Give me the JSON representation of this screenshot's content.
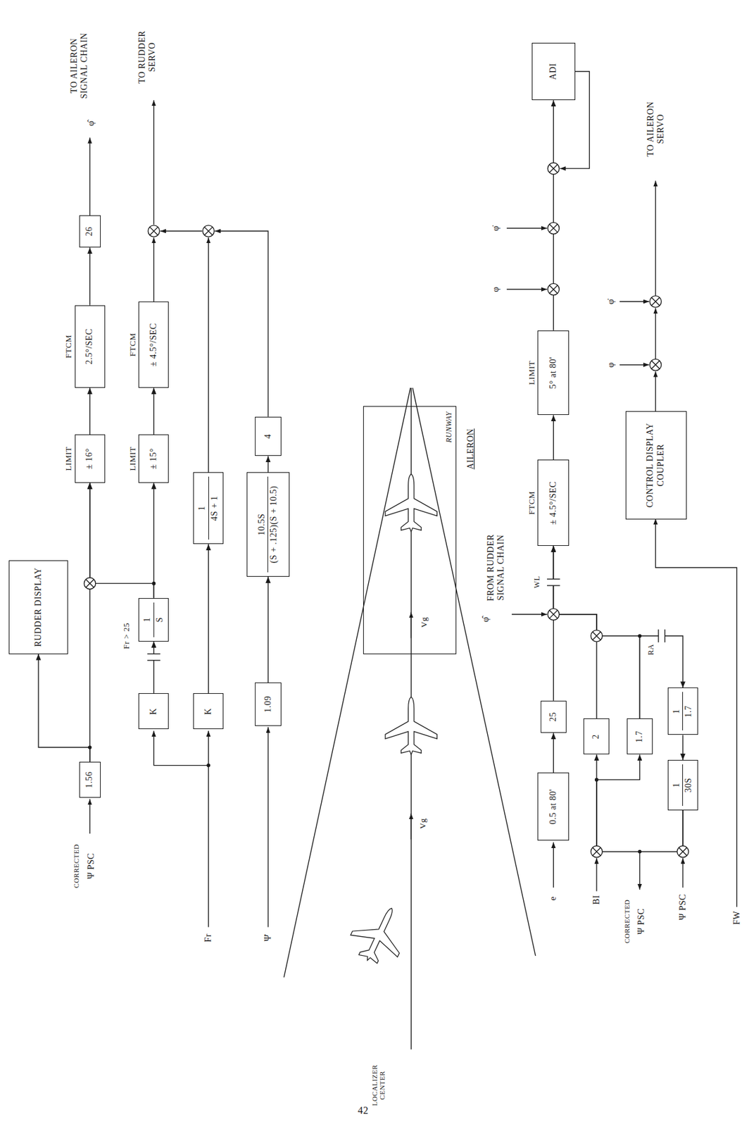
{
  "diagram": {
    "nodes": [
      {
        "text": [
          "RUDDER DISPLAY"
        ]
      },
      {
        "text": [
          "1.56"
        ]
      },
      {
        "text": [
          "LIMIT",
          "± 16°"
        ]
      },
      {
        "text": [
          "FTCM",
          "2.5°/SEC"
        ]
      },
      {
        "text": [
          "26"
        ]
      },
      {
        "text": [
          "1",
          "S"
        ]
      },
      {
        "text": [
          "LIMIT",
          "± 15°"
        ]
      },
      {
        "text": [
          "FTCM",
          "± 4.5°/SEC"
        ]
      },
      {
        "text": [
          "K"
        ]
      },
      {
        "text": [
          "K"
        ]
      },
      {
        "text": [
          "1",
          "4S + 1"
        ]
      },
      {
        "text": [
          "1.09"
        ]
      },
      {
        "text": [
          "10.5S",
          "(S + .125)(S + 10.5)"
        ]
      },
      {
        "text": [
          "4"
        ]
      },
      {
        "text": [
          "RUNWAY"
        ]
      },
      {
        "text": [
          "0.5 at 80'"
        ]
      },
      {
        "text": [
          "25"
        ]
      },
      {
        "text": [
          "FTCM",
          "± 4.5°/SEC"
        ]
      },
      {
        "text": [
          "LIMIT",
          "5° at 80'"
        ]
      },
      {
        "text": [
          "ADI"
        ]
      },
      {
        "text": [
          "2"
        ]
      },
      {
        "text": [
          "1.7"
        ]
      },
      {
        "text": [
          "1",
          "1.7"
        ]
      },
      {
        "text": [
          "1",
          "30S"
        ]
      },
      {
        "text": [
          "CONTROL DISPLAY COUPLER"
        ]
      }
    ],
    "edges": [
      {
        "from": 1,
        "to": 0,
        "arrow": "to"
      },
      {
        "from": 1,
        "to": 2,
        "arrow": "to"
      },
      {
        "from": 5,
        "to": 2,
        "arrow": "to"
      },
      {
        "from": 5,
        "to": 6,
        "arrow": "to"
      },
      {
        "from": 2,
        "to": 3,
        "arrow": "to"
      },
      {
        "from": 3,
        "to": 4,
        "arrow": "to"
      },
      {
        "from": 6,
        "to": 7,
        "arrow": "to"
      },
      {
        "from": 8,
        "to": 5,
        "arrow": "to"
      },
      {
        "from": 9,
        "to": 10,
        "arrow": "to"
      },
      {
        "from": 11,
        "to": 12,
        "arrow": "to"
      },
      {
        "from": 12,
        "to": 13,
        "arrow": "to"
      },
      {
        "from": 15,
        "to": 16,
        "arrow": "to"
      },
      {
        "from": 16,
        "to": 17,
        "arrow": "to"
      },
      {
        "from": 17,
        "to": 18,
        "arrow": "to"
      },
      {
        "from": 18,
        "to": 19,
        "arrow": "to"
      },
      {
        "from": 20,
        "to": 17,
        "arrow": "to"
      },
      {
        "from": 21,
        "to": 17,
        "arrow": "to"
      },
      {
        "from": 21,
        "to": 22,
        "arrow": "to"
      },
      {
        "from": 22,
        "to": 23,
        "arrow": "to"
      },
      {
        "from": 23,
        "to": 20,
        "arrow": "to"
      },
      {
        "from": 23,
        "to": 21,
        "arrow": "to"
      }
    ],
    "labels": [
      "CORRECTED",
      "Ψ PSC",
      "φ̂",
      "TO AILERON SIGNAL CHAIN",
      "TO RUDDER SERVO",
      "Fr > 25",
      "Fr",
      "Ψ̇",
      "Vg",
      "Vg",
      "LOCALIZER CENTER",
      "AILERON",
      "φ̂",
      "FROM RUDDER SIGNAL CHAIN",
      "WL",
      "φ",
      "φ̇",
      "RA",
      "φ",
      "φ̇",
      "TO AILERON SERVO",
      "e",
      "BI",
      "CORRECTED",
      "Ψ PSC",
      "Ψ PSC",
      "FW",
      "42"
    ]
  }
}
